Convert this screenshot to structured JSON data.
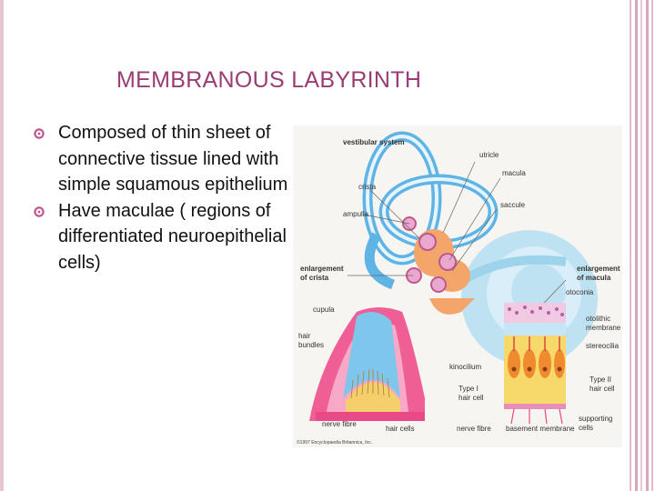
{
  "slide": {
    "title": "MEMBRANOUS LABYRINTH",
    "bullets": [
      "Composed of thin sheet of connective tissue lined with simple squamous epithelium",
      "Have maculae ( regions of differentiated neuroepithelial cells)"
    ],
    "bullet_icon": "ring-bullet-icon",
    "colors": {
      "title": "#9a3d73",
      "accent": "#c0578f",
      "frame": "#e7c6d3"
    }
  },
  "diagram": {
    "labels": {
      "vestibular_system": "vestibular system",
      "utricle": "utricle",
      "macula": "macula",
      "crista": "crista",
      "saccule": "saccule",
      "ampulla": "ampulla",
      "enlargement_crista": [
        "enlargement",
        "of crista"
      ],
      "enlargement_macula": [
        "enlargement",
        "of macula"
      ],
      "otoconia": "otoconia",
      "cupula": "cupula",
      "otolithic_membrane": [
        "otolithic",
        "membrane"
      ],
      "hair_bundles": [
        "hair",
        "bundles"
      ],
      "stereocilia": "stereocilia",
      "kinocilium": "kinocilium",
      "type1_hair_cell": [
        "Type I",
        "hair cell"
      ],
      "type2_hair_cell": [
        "Type II",
        "hair cell"
      ],
      "nerve_fibre_left": "nerve fibre",
      "hair_cells": "hair cells",
      "nerve_fibre_right": "nerve fibre",
      "basement_membrane": "basement membrane",
      "supporting_cells": [
        "supporting",
        "cells"
      ],
      "copyright": "©1997 Encyclopaedia Britannica, Inc."
    }
  }
}
